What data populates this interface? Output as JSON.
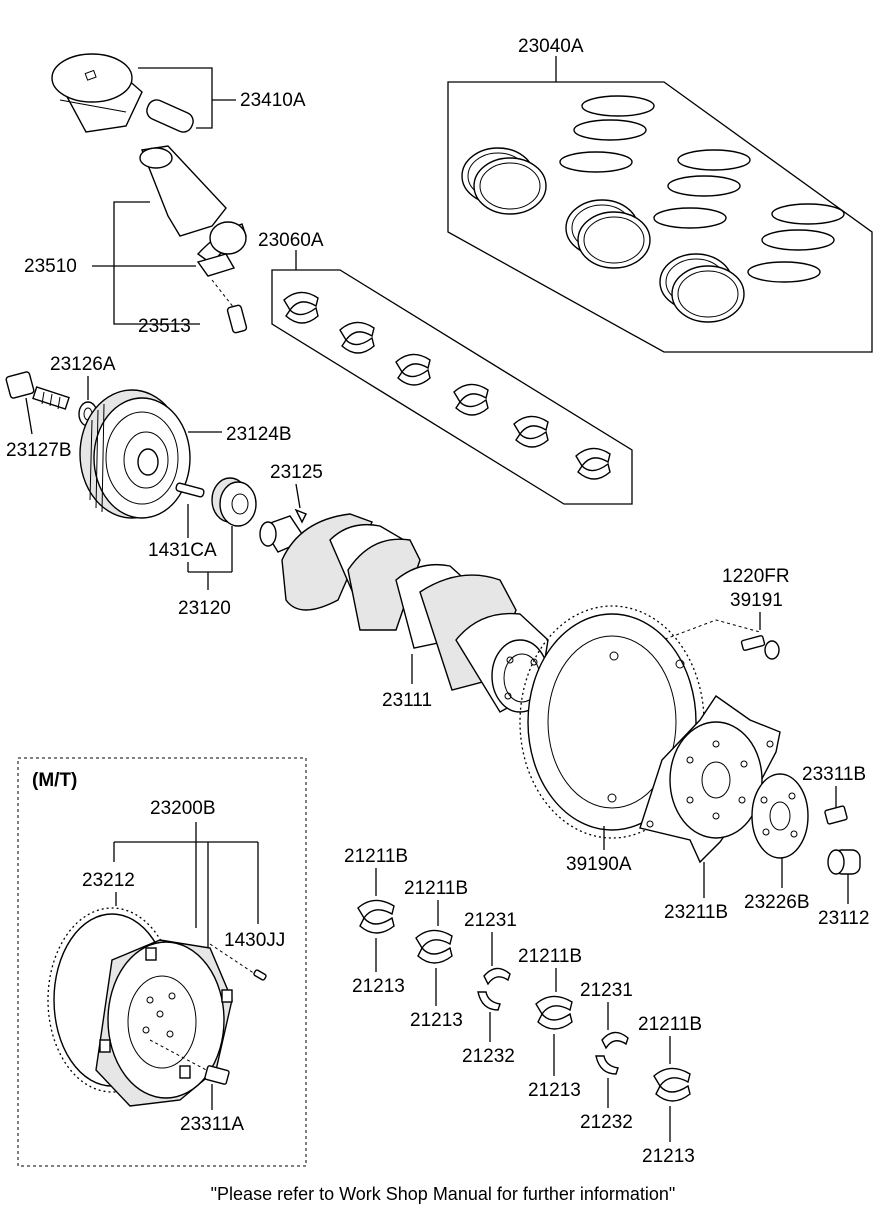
{
  "diagram": {
    "labels": {
      "p23040A": "23040A",
      "p23410A": "23410A",
      "p23510": "23510",
      "p23513": "23513",
      "p23060A": "23060A",
      "p23126A": "23126A",
      "p23127B": "23127B",
      "p23124B": "23124B",
      "p23125": "23125",
      "p1431CA": "1431CA",
      "p23120": "23120",
      "p1220FR": "1220FR",
      "p39191": "39191",
      "p23111": "23111",
      "p23311B": "23311B",
      "p39190A": "39190A",
      "p23211B": "23211B",
      "p23226B": "23226B",
      "p23112": "23112",
      "mt": "(M/T)",
      "p23200B": "23200B",
      "p23212": "23212",
      "p1430JJ": "1430JJ",
      "p23311A": "23311A",
      "b21211B_1": "21211B",
      "b21213_1": "21213",
      "b21211B_2": "21211B",
      "b21213_2": "21213",
      "b21231_1": "21231",
      "b21232_1": "21232",
      "b21211B_3": "21211B",
      "b21213_3": "21213",
      "b21231_2": "21231",
      "b21232_2": "21232",
      "b21211B_4": "21211B",
      "b21213_4": "21213"
    },
    "footer_note": "\"Please refer to Work Shop Manual for further information\""
  }
}
